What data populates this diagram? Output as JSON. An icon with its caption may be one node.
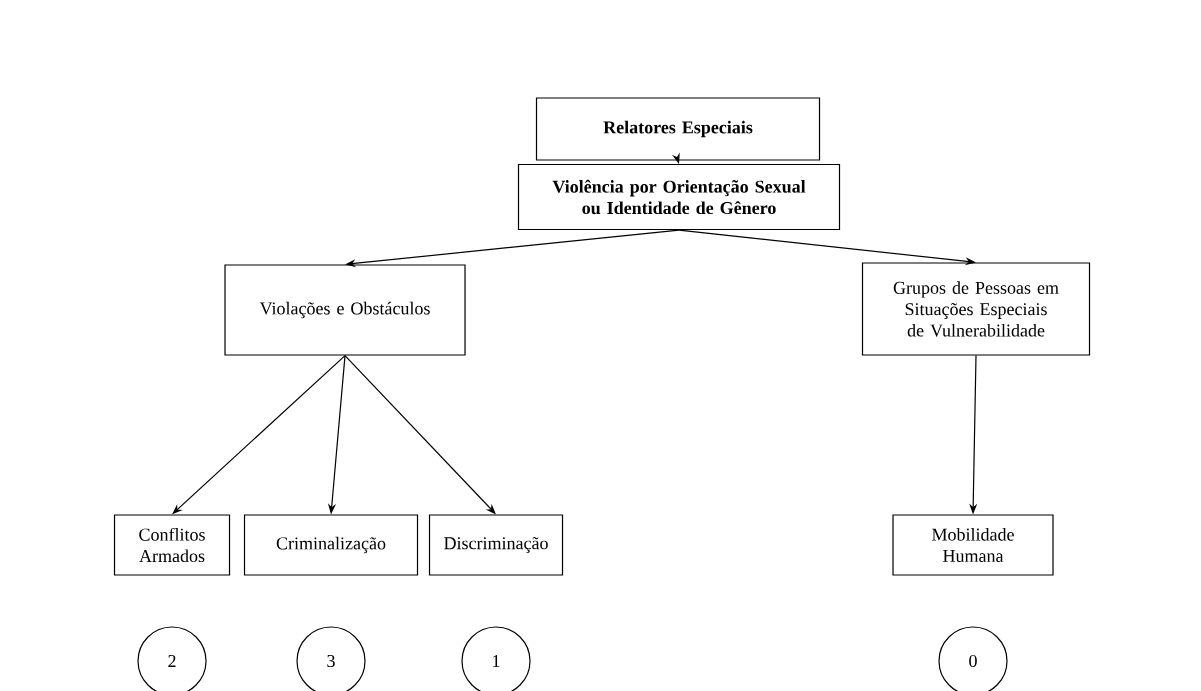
{
  "diagram": {
    "nodes": [
      {
        "text": [
          "**Relatores Especiais**"
        ]
      },
      {
        "text": [
          "**Violência por Orientação Sexual ou Identidade de Gênero**"
        ]
      },
      {
        "text": [
          "Violações e Obstáculos"
        ]
      },
      {
        "text": [
          "Grupos de Pessoas em Situações Especiais de Vulnerabilidade"
        ]
      },
      {
        "text": [
          "Conflitos Armados"
        ]
      },
      {
        "text": [
          "Criminalização"
        ]
      },
      {
        "text": [
          "Discriminação"
        ]
      },
      {
        "text": [
          "Mobilidade Humana"
        ]
      },
      {
        "text": [
          "2"
        ]
      },
      {
        "text": [
          "3"
        ]
      },
      {
        "text": [
          "1"
        ]
      },
      {
        "text": [
          "0"
        ]
      }
    ],
    "edges": [
      {
        "from": 0,
        "to": 1,
        "arrow": "to"
      },
      {
        "from": 1,
        "to": 2,
        "arrow": "to"
      },
      {
        "from": 1,
        "to": 3,
        "arrow": "to"
      },
      {
        "from": 2,
        "to": 4,
        "arrow": "to"
      },
      {
        "from": 2,
        "to": 5,
        "arrow": "to"
      },
      {
        "from": 2,
        "to": 6,
        "arrow": "to"
      },
      {
        "from": 3,
        "to": 7,
        "arrow": "to"
      }
    ]
  }
}
